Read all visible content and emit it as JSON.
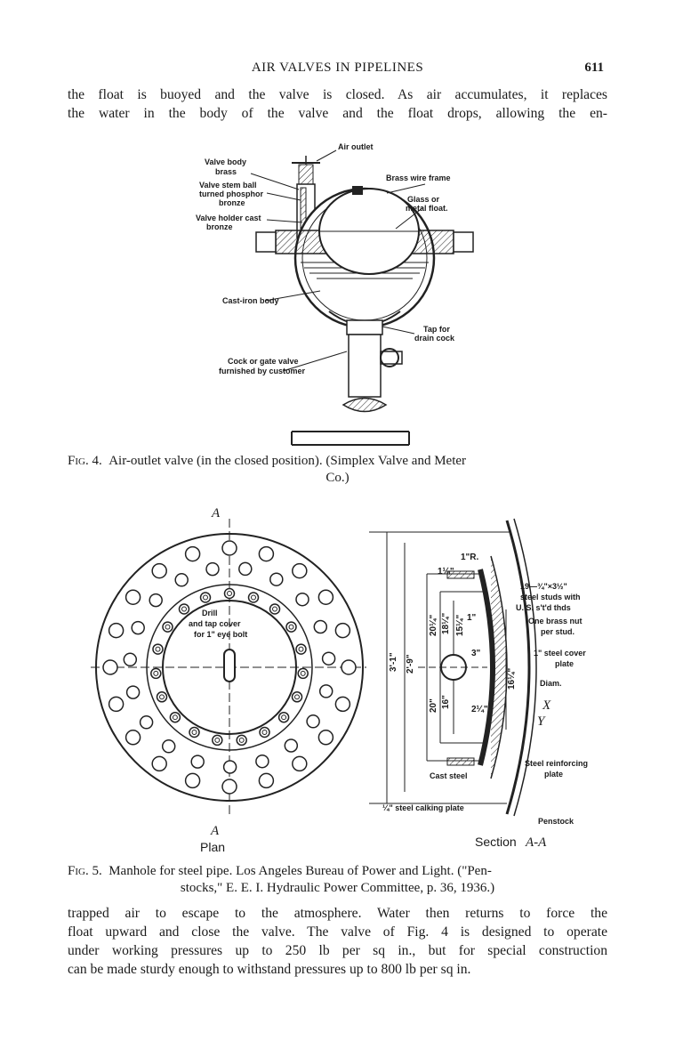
{
  "header": {
    "running_title": "AIR VALVES IN PIPELINES",
    "page_number": "611"
  },
  "intro_paragraph": {
    "lines": [
      "the float is buoyed and the valve is closed.  As air accumulates, it replaces",
      "the water in the body of the valve and the float drops, allowing the en-"
    ]
  },
  "figure4": {
    "labels": {
      "air_outlet": "Air outlet",
      "valve_body_brass_1": "Valve body",
      "valve_body_brass_2": "brass",
      "valve_stem_1": "Valve stem ball",
      "valve_stem_2": "turned phosphor",
      "valve_stem_3": "bronze",
      "valve_holder_1": "Valve holder cast",
      "valve_holder_2": "bronze",
      "brass_wire_frame": "Brass wire frame",
      "float_1": "Glass or",
      "float_2": "metal float.",
      "cast_iron_body": "Cast-iron body",
      "tap_1": "Tap for",
      "tap_2": "drain cock",
      "cock_1": "Cock or gate valve",
      "cock_2": "furnished by customer"
    },
    "caption": {
      "fig_label": "Fig. 4.",
      "line1": "Air-outlet valve (in the closed position).  (Simplex Valve and Meter",
      "line2": "Co.)"
    }
  },
  "figure5": {
    "plan": {
      "section_mark_top": "A",
      "section_mark_bottom": "A",
      "drill_1": "Drill",
      "drill_2": "and tap cover",
      "drill_3": "for 1\" eye bolt",
      "title": "Plan"
    },
    "section": {
      "title_word": "Section",
      "title_mark": "A-A",
      "radius": "1\"R.",
      "dim_1_quarter": "1¼\"",
      "studs_1": "19—¾\"×3½\"",
      "studs_2": "steel studs with",
      "studs_3": "U. S. s't'd thds",
      "studs_4": "One brass nut",
      "studs_5": "per stud.",
      "one_inch": "1\"",
      "three_inch": "3\"",
      "cover_1": "1\" steel cover",
      "cover_2": "plate",
      "diam": "Diam.",
      "x_mark": "X",
      "y_mark": "Y",
      "two_quarter": "2¼\"",
      "reinforcing_1": "Steel reinforcing",
      "reinforcing_2": "plate",
      "cast_steel": "Cast steel",
      "calking": "¼\" steel calking plate",
      "penstock": "Penstock",
      "d_3_1": "3'-1\"",
      "d_2_9": "2'-9\"",
      "d_20_quarter": "20¼\"",
      "d_18_quarter": "18¼\"",
      "d_15_quarter": "15¼\"",
      "d_20": "20\"",
      "d_16": "16\"",
      "d_16_quarter": "16¼\""
    },
    "caption": {
      "fig_label": "Fig. 5.",
      "line1": "Manhole for steel pipe. Los Angeles Bureau of Power and Light.  (\"Pen-",
      "line2": "stocks,\" E. E. I. Hydraulic Power Committee, p. 36, 1936.)"
    }
  },
  "closing_paragraph": {
    "lines": [
      "trapped air to escape to the atmosphere.  Water then returns to force the",
      "float upward and close the valve.  The valve of Fig. 4 is designed to operate",
      "under working pressures up to 250 lb per sq in., but for special construction",
      "can be made sturdy enough to withstand pressures up to 800 lb per sq in."
    ]
  }
}
